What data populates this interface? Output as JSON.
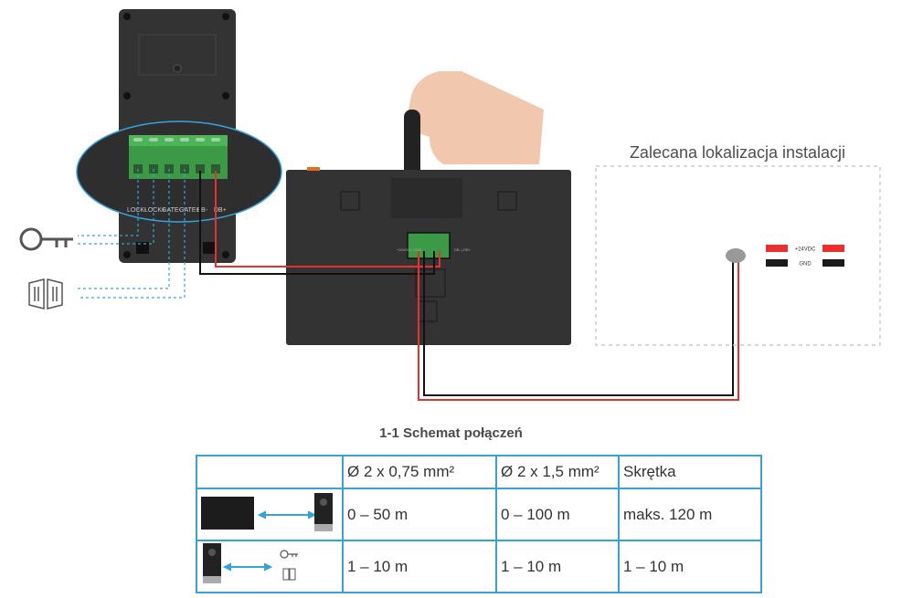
{
  "diagram": {
    "install_location_label": "Zalecana lokalizacja instalacji",
    "doorbell_terminals": [
      "LOCK-",
      "LOCK+",
      "GATE-",
      "GATE+",
      "DB-",
      "DB+"
    ],
    "monitor_terminals": [
      "+24VDC",
      "GND",
      "DB-",
      "DB+"
    ],
    "power_labels": {
      "positive": "+24VDC",
      "ground": "GND"
    },
    "icons": [
      "key-icon",
      "gate-icon",
      "doorbell-icon",
      "hand-screwdriver-icon",
      "power-outlet-icon"
    ],
    "colors": {
      "wire_red": "#e8302c",
      "wire_black": "#111111",
      "signal_blue": "#36a2dc",
      "terminal_green": "#3c9a47",
      "device_dark": "#333333"
    }
  },
  "table": {
    "title": "1-1 Schemat połączeń",
    "headers": [
      "",
      "Ø 2 x 0,75 mm²",
      "Ø 2 x 1,5 mm²",
      "Skrętka"
    ],
    "rows": [
      {
        "connection": "monitor ↔ doorbell",
        "values": [
          "0 – 50 m",
          "0 – 100 m",
          "maks. 120 m"
        ]
      },
      {
        "connection": "doorbell ↔ lock / gate",
        "values": [
          "1 – 10 m",
          "1 – 10 m",
          "1 – 10 m"
        ]
      }
    ]
  }
}
